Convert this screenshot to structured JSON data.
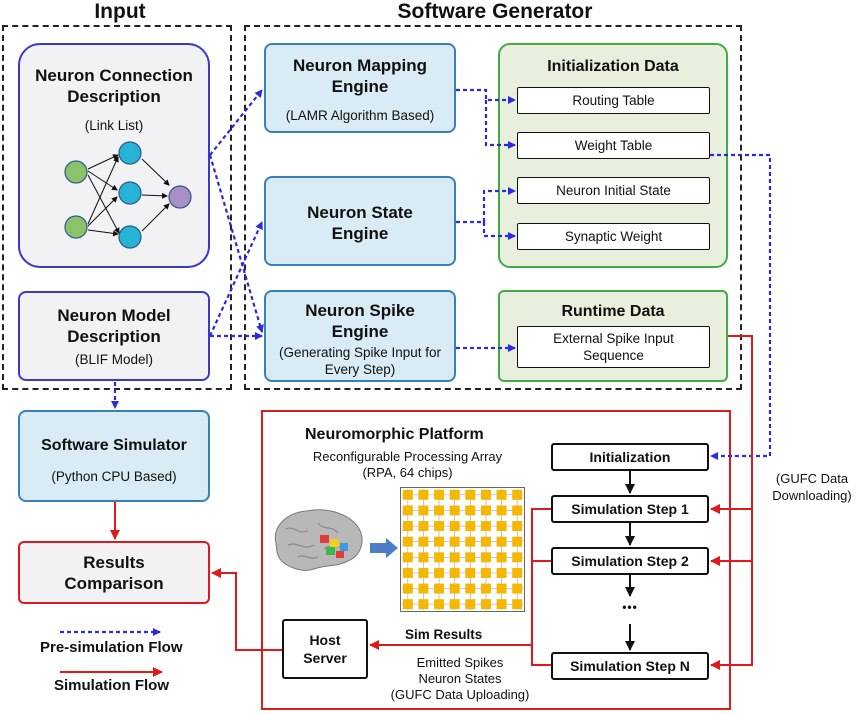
{
  "sections": {
    "input_title": "Input",
    "generator_title": "Software Generator"
  },
  "input": {
    "ncd_title": "Neuron Connection Description",
    "ncd_sub": "(Link List)",
    "nmd_title": "Neuron  Model Description",
    "nmd_sub": "(BLIF Model)"
  },
  "engines": {
    "mapping_title": "Neuron Mapping Engine",
    "mapping_sub": "(LAMR Algorithm Based)",
    "state_title": "Neuron State Engine",
    "spike_title": "Neuron Spike Engine",
    "spike_sub": "(Generating Spike Input for Every Step)"
  },
  "init_data": {
    "title": "Initialization Data",
    "items": [
      "Routing Table",
      "Weight Table",
      "Neuron Initial State",
      "Synaptic Weight"
    ]
  },
  "runtime_data": {
    "title": "Runtime Data",
    "item": "External Spike Input Sequence"
  },
  "simulator": {
    "title": "Software Simulator",
    "sub": "(Python CPU Based)"
  },
  "results": {
    "title": "Results Comparison"
  },
  "platform": {
    "title": "Neuromorphic Platform",
    "array_line1": "Reconfigurable Processing Array",
    "array_line2": "(RPA, 64 chips)",
    "steps": [
      "Initialization",
      "Simulation Step 1",
      "Simulation Step 2",
      "•••",
      "Simulation Step N"
    ],
    "host": "Host Server",
    "sim_results": "Sim Results",
    "uploading": [
      "Emitted Spikes",
      "Neuron States",
      "(GUFC Data Uploading)"
    ],
    "downloading": [
      "(GUFC Data",
      "Downloading)"
    ]
  },
  "legend": {
    "pre": "Pre-simulation Flow",
    "sim": "Simulation Flow"
  },
  "colors": {
    "pre_flow": "#2a2ae0",
    "sim_flow": "#e01a1a",
    "grid_chip": "#f5b800"
  }
}
